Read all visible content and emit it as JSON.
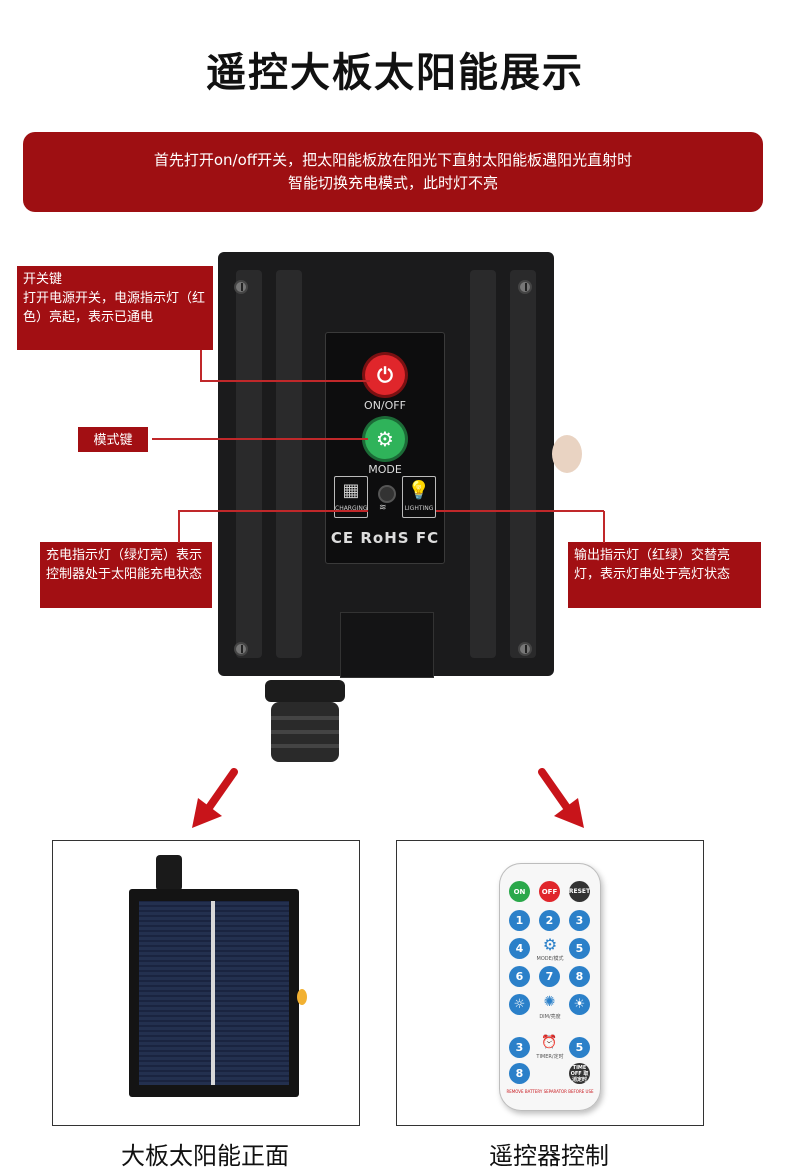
{
  "title": "遥控大板太阳能展示",
  "banner": {
    "line1": "首先打开on/off开关，把太阳能板放在阳光下直射太阳能板遇阳光直射时",
    "line2": "智能切换充电模式，此时灯不亮"
  },
  "callouts": {
    "power_title": "开关键",
    "power_desc": "打开电源开关，电源指示灯（红色）亮起，表示已通电",
    "mode": "模式键",
    "charging": "充电指示灯（绿灯亮）表示控制器处于太阳能充电状态",
    "output": "输出指示灯（红绿）交替亮灯，表示灯串处于亮灯状态"
  },
  "device": {
    "on_off_label": "ON/OFF",
    "mode_label": "MODE",
    "charging_label": "CHARGING",
    "lighting_label": "LIGHTING",
    "certs": "CE RoHS FC"
  },
  "remote": {
    "on": "ON",
    "off": "OFF",
    "reset": "RESET",
    "keys": [
      "1",
      "2",
      "3",
      "4",
      "5",
      "6",
      "7",
      "8",
      "3",
      "5",
      "8"
    ],
    "mode_text": "MODE/模式",
    "dim_text": "DIM/亮度",
    "timer_text": "TIMER/定时",
    "timeoff_text": "TIME OFF 取消定时",
    "battery_text": "REMOVE BATTERY SEPARATOR BEFORE USE"
  },
  "captions": {
    "left": "大板太阳能正面",
    "right": "遥控器控制"
  },
  "colors": {
    "accent_red": "#a20f13",
    "power_button": "#e0262b",
    "mode_button": "#2fb35a",
    "remote_key": "#2b80c9"
  }
}
